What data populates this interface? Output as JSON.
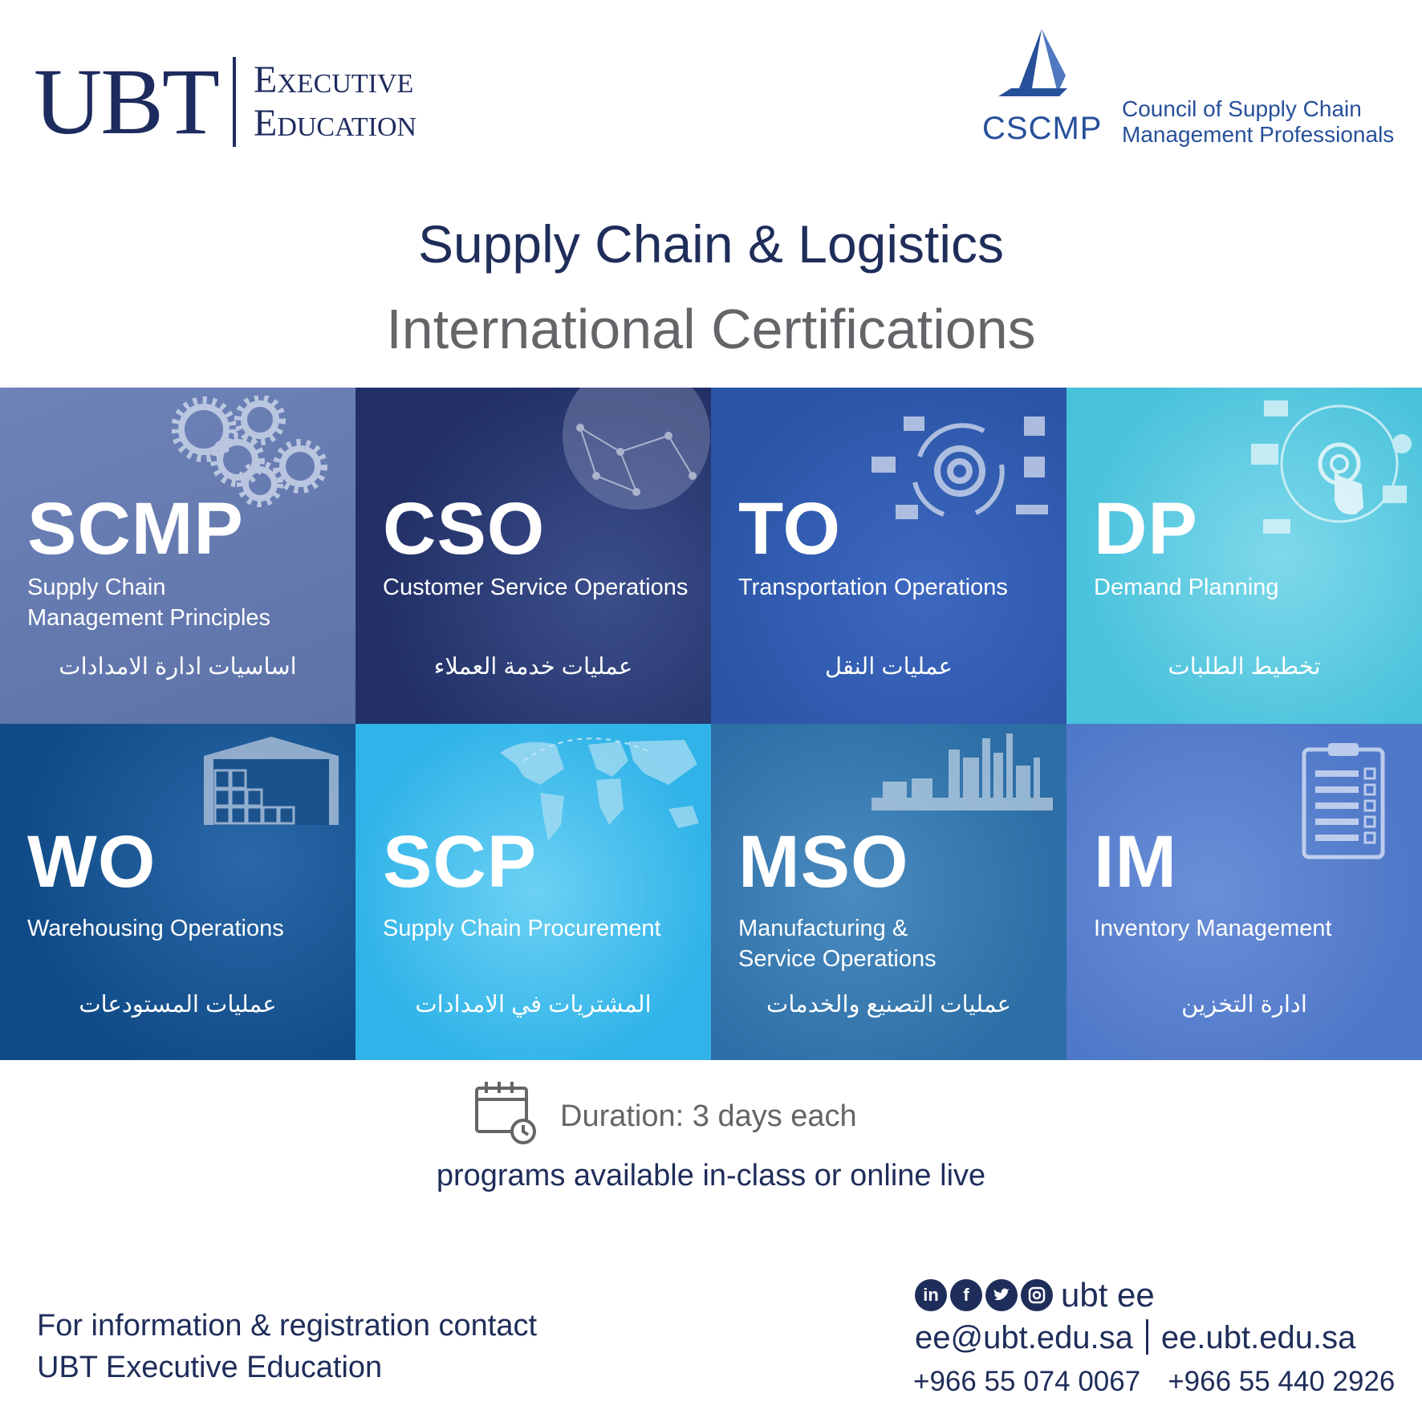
{
  "header": {
    "ubt_logo": "UBT",
    "ubt_line1": "Executive",
    "ubt_line2": "Education",
    "cscmp_abbr": "CSCMP",
    "cscmp_line1": "Council of Supply Chain",
    "cscmp_line2": "Management Professionals"
  },
  "title": {
    "line1": "Supply Chain & Logistics",
    "line2": "International Certifications"
  },
  "certifications": [
    {
      "abbr": "SCMP",
      "name": "Supply Chain Management Principles",
      "arabic": "اساسيات ادارة الامدادات",
      "color": "#6a7fb5"
    },
    {
      "abbr": "CSO",
      "name": "Customer Service Operations",
      "arabic": "عمليات خدمة العملاء",
      "color": "#28356c"
    },
    {
      "abbr": "TO",
      "name": "Transportation Operations",
      "arabic": "عمليات النقل",
      "color": "#2d58aa"
    },
    {
      "abbr": "DP",
      "name": "Demand Planning",
      "arabic": "تخطيط الطلبات",
      "color": "#55c7e0"
    },
    {
      "abbr": "WO",
      "name": "Warehousing Operations",
      "arabic": "عمليات المستودعات",
      "color": "#114d8b"
    },
    {
      "abbr": "SCP",
      "name": "Supply Chain Procurement",
      "arabic": "المشتريات في الامدادات",
      "color": "#35b6ea"
    },
    {
      "abbr": "MSO",
      "name": "Manufacturing & Service Operations",
      "arabic": "عمليات التصنيع والخدمات",
      "color": "#3272a9"
    },
    {
      "abbr": "IM",
      "name": "Inventory Management",
      "arabic": "ادارة التخزين",
      "color": "#557dcb"
    }
  ],
  "duration": {
    "text": "Duration: 3 days each",
    "availability": "programs available in-class or online live",
    "icon": "calendar-clock-icon"
  },
  "contact": {
    "line1": "For information & registration contact",
    "line2": "UBT Executive Education",
    "social_handle": "ubt ee",
    "social_icons": [
      "linkedin-icon",
      "facebook-icon",
      "twitter-icon",
      "instagram-icon"
    ],
    "email": "ee@ubt.edu.sa",
    "website": "ee.ubt.edu.sa",
    "phone1": "+966 55 074 0067",
    "phone2": "+966 55 440 2926"
  }
}
